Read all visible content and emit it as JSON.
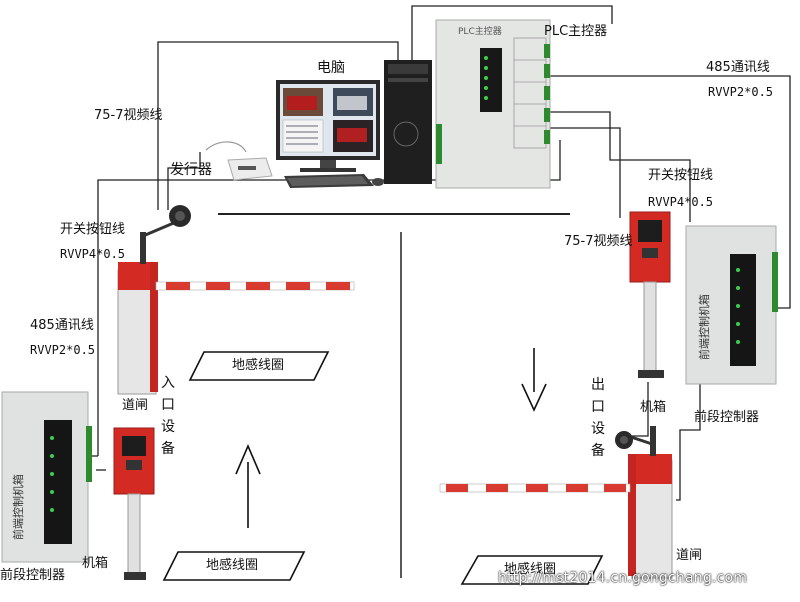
{
  "labels": {
    "computer": "电脑",
    "plc_top": "PLC主控器",
    "plc_panel": "PLC主控器",
    "issuer": "发行器",
    "video_line_left": "75-7视频线",
    "video_line_right": "75-7视频线",
    "switch_line_left": "开关按钮线",
    "switch_spec_left": "RVVP4*0.5",
    "switch_line_right": "开关按钮线",
    "switch_spec_right": "RVVP4*0.5",
    "comm_line_left": "485通讯线",
    "comm_spec_left": "RVVP2*0.5",
    "comm_line_right": "485通讯线",
    "comm_spec_right": "RVVP2*0.5",
    "barrier_left": "道闸",
    "barrier_right": "道闸",
    "entry_device": "入口设备",
    "exit_device": "出口设备",
    "loop_top": "地感线圈",
    "loop_bottom_left": "地感线圈",
    "loop_bottom_right": "地感线圈",
    "kiosk_left": "机箱",
    "kiosk_right": "机箱",
    "front_ctrl_left": "前段控制器",
    "front_ctrl_right": "前段控制器",
    "front_ctrl_panel": "前端控制机箱",
    "watermark": "http://mst2014.cn.gongchang.com"
  },
  "colors": {
    "barrier_red": "#d42a24",
    "arm_red": "#d93a2f",
    "cabinet_gray": "#dfe2e0",
    "led_green": "#39d04a",
    "wire": "#222222"
  }
}
